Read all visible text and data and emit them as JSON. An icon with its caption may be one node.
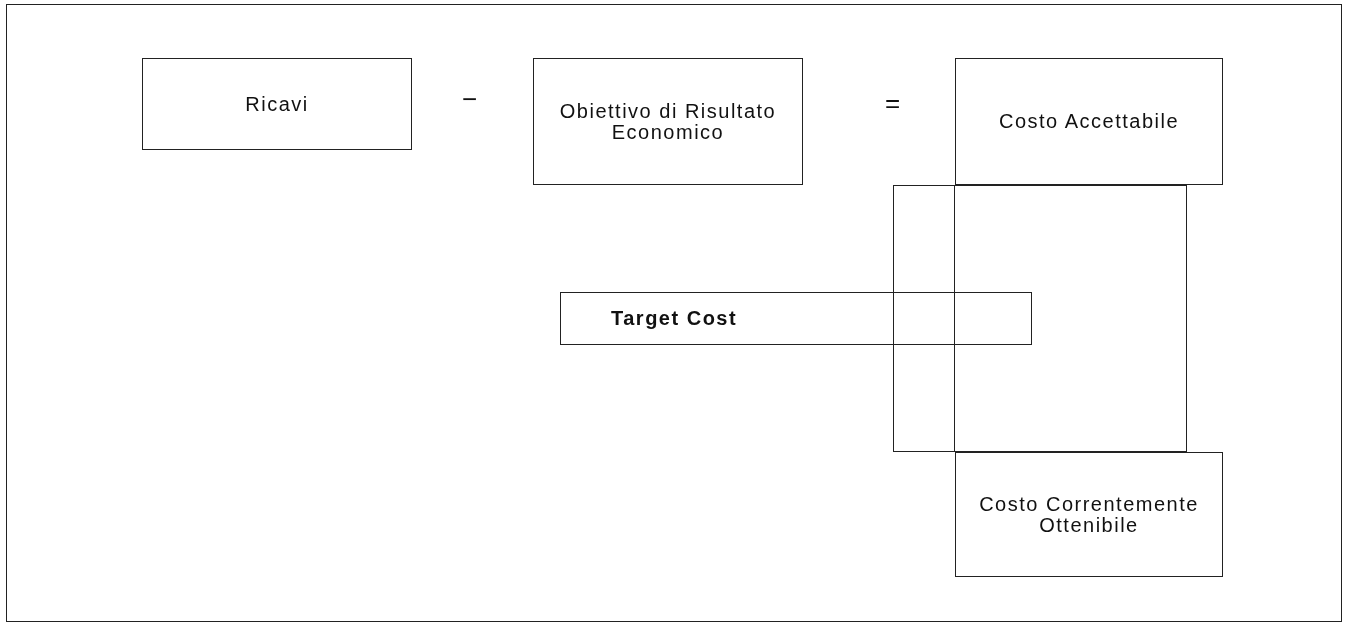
{
  "diagram": {
    "nodes": [
      {
        "text": [
          "Ricavi"
        ]
      },
      {
        "text": [
          "Obiettivo di Risultato Economico"
        ]
      },
      {
        "text": [
          "Costo Accettabile"
        ]
      },
      {
        "text": [],
        "shape": "box"
      },
      {
        "text": [
          "Target Cost"
        ]
      },
      {
        "text": [
          "Costo Correntemente Ottenibile"
        ]
      }
    ],
    "edges": [],
    "labels": [
      "−",
      "="
    ]
  }
}
